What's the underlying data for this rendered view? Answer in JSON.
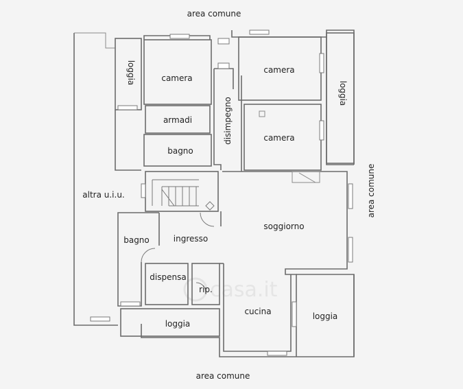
{
  "labels": {
    "area_top": "area comune",
    "area_bottom": "area comune",
    "area_right": "area comune",
    "altra": "altra u.i.u.",
    "loggia_left": "loggia",
    "camera_1": "camera",
    "armadi": "armadi",
    "bagno_1": "bagno",
    "disimpegno": "disimpegno",
    "camera_2": "camera",
    "camera_3": "camera",
    "loggia_right": "loggia",
    "soggiorno": "soggiorno",
    "bagno_2": "bagno",
    "ingresso": "ingresso",
    "dispensa": "dispensa",
    "rip": "rip.",
    "cucina": "cucina",
    "loggia_bottom_left": "loggia",
    "loggia_bottom_right": "loggia"
  },
  "watermark": "casa.it",
  "colors": {
    "walls": "#6b6b6b",
    "background": "#f4f4f4",
    "text": "#222222"
  }
}
